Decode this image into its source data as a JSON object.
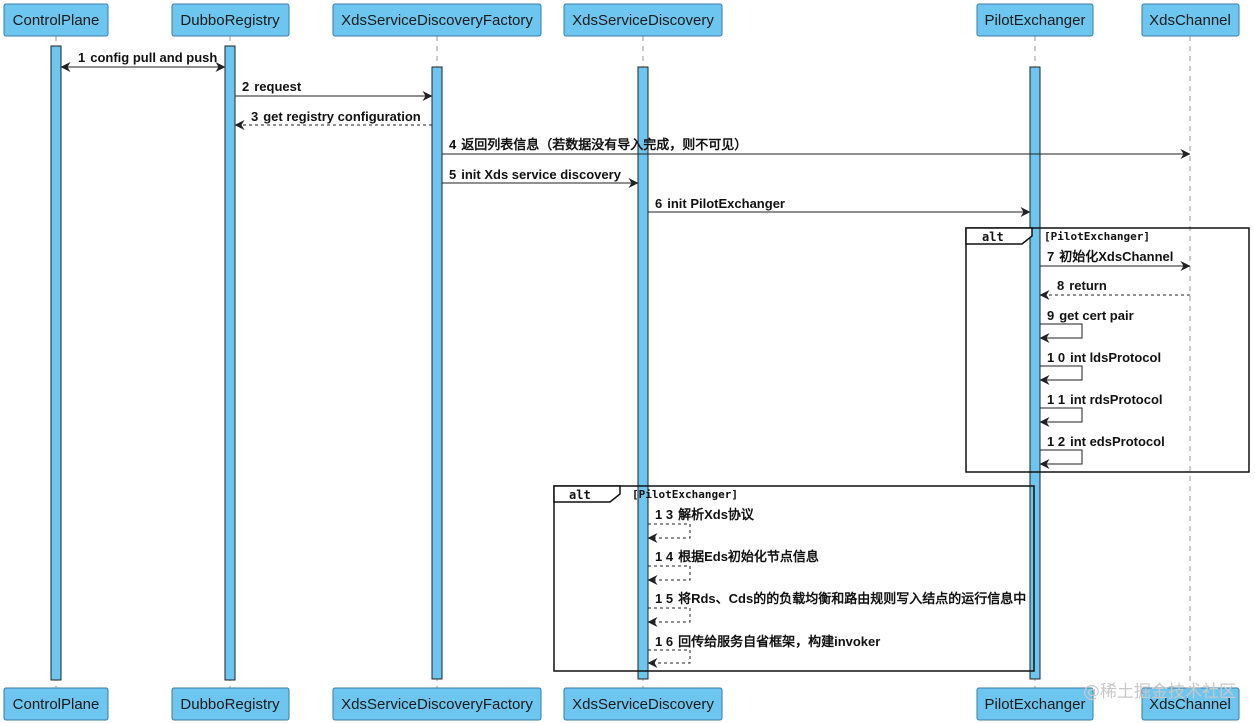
{
  "colors": {
    "participant_fill": "#6cc6ef",
    "participant_stroke": "#3a7ea8",
    "activation_fill": "#6cc6ef",
    "line": "#222222",
    "lifeline": "#999999",
    "frame": "#111111"
  },
  "participants": [
    {
      "id": "cp",
      "name": "ControlPlane"
    },
    {
      "id": "dr",
      "name": "DubboRegistry"
    },
    {
      "id": "xsdf",
      "name": "XdsServiceDiscoveryFactory"
    },
    {
      "id": "xsd",
      "name": "XdsServiceDiscovery"
    },
    {
      "id": "pe",
      "name": "PilotExchanger"
    },
    {
      "id": "xc",
      "name": "XdsChannel"
    }
  ],
  "messages": [
    {
      "num": "1",
      "text": "config pull and push",
      "from": "cp",
      "to": "dr",
      "style": "solid",
      "bidirectional": true
    },
    {
      "num": "2",
      "text": "request",
      "from": "dr",
      "to": "xsdf",
      "style": "solid"
    },
    {
      "num": "3",
      "text": "get registry configuration",
      "from": "xsdf",
      "to": "dr",
      "style": "dashed"
    },
    {
      "num": "4",
      "text": "返回列表信息（若数据没有导入完成，则不可见）",
      "from": "xsdf",
      "to": "xc",
      "style": "solid"
    },
    {
      "num": "5",
      "text": "init Xds service discovery",
      "from": "xsdf",
      "to": "xsd",
      "style": "solid"
    },
    {
      "num": "6",
      "text": "init PilotExchanger",
      "from": "xsd",
      "to": "pe",
      "style": "solid"
    },
    {
      "num": "7",
      "text": "初始化XdsChannel",
      "from": "pe",
      "to": "xc",
      "style": "solid"
    },
    {
      "num": "8",
      "text": "return",
      "from": "xc",
      "to": "pe",
      "style": "dashed"
    },
    {
      "num": "9",
      "text": "get cert pair",
      "from": "pe",
      "to": "pe",
      "style": "solid"
    },
    {
      "num": "1 0",
      "text": "int ldsProtocol",
      "from": "pe",
      "to": "pe",
      "style": "solid"
    },
    {
      "num": "1 1",
      "text": "int rdsProtocol",
      "from": "pe",
      "to": "pe",
      "style": "solid"
    },
    {
      "num": "1 2",
      "text": "int edsProtocol",
      "from": "pe",
      "to": "pe",
      "style": "solid"
    },
    {
      "num": "1 3",
      "text": "解析Xds协议",
      "from": "xsd",
      "to": "xsd",
      "style": "dashed"
    },
    {
      "num": "1 4",
      "text": "根据Eds初始化节点信息",
      "from": "xsd",
      "to": "xsd",
      "style": "dashed"
    },
    {
      "num": "1 5",
      "text": "将Rds、Cds的的负载均衡和路由规则写入结点的运行信息中",
      "from": "xsd",
      "to": "xsd",
      "style": "dashed"
    },
    {
      "num": "1 6",
      "text": "回传给服务自省框架，构建invoker",
      "from": "xsd",
      "to": "xsd",
      "style": "dashed"
    }
  ],
  "fragments": [
    {
      "keyword": "alt",
      "condition": "[PilotExchanger]"
    },
    {
      "keyword": "alt",
      "condition": "[PilotExchanger]"
    }
  ],
  "watermark": "@稀土掘金技术社区"
}
